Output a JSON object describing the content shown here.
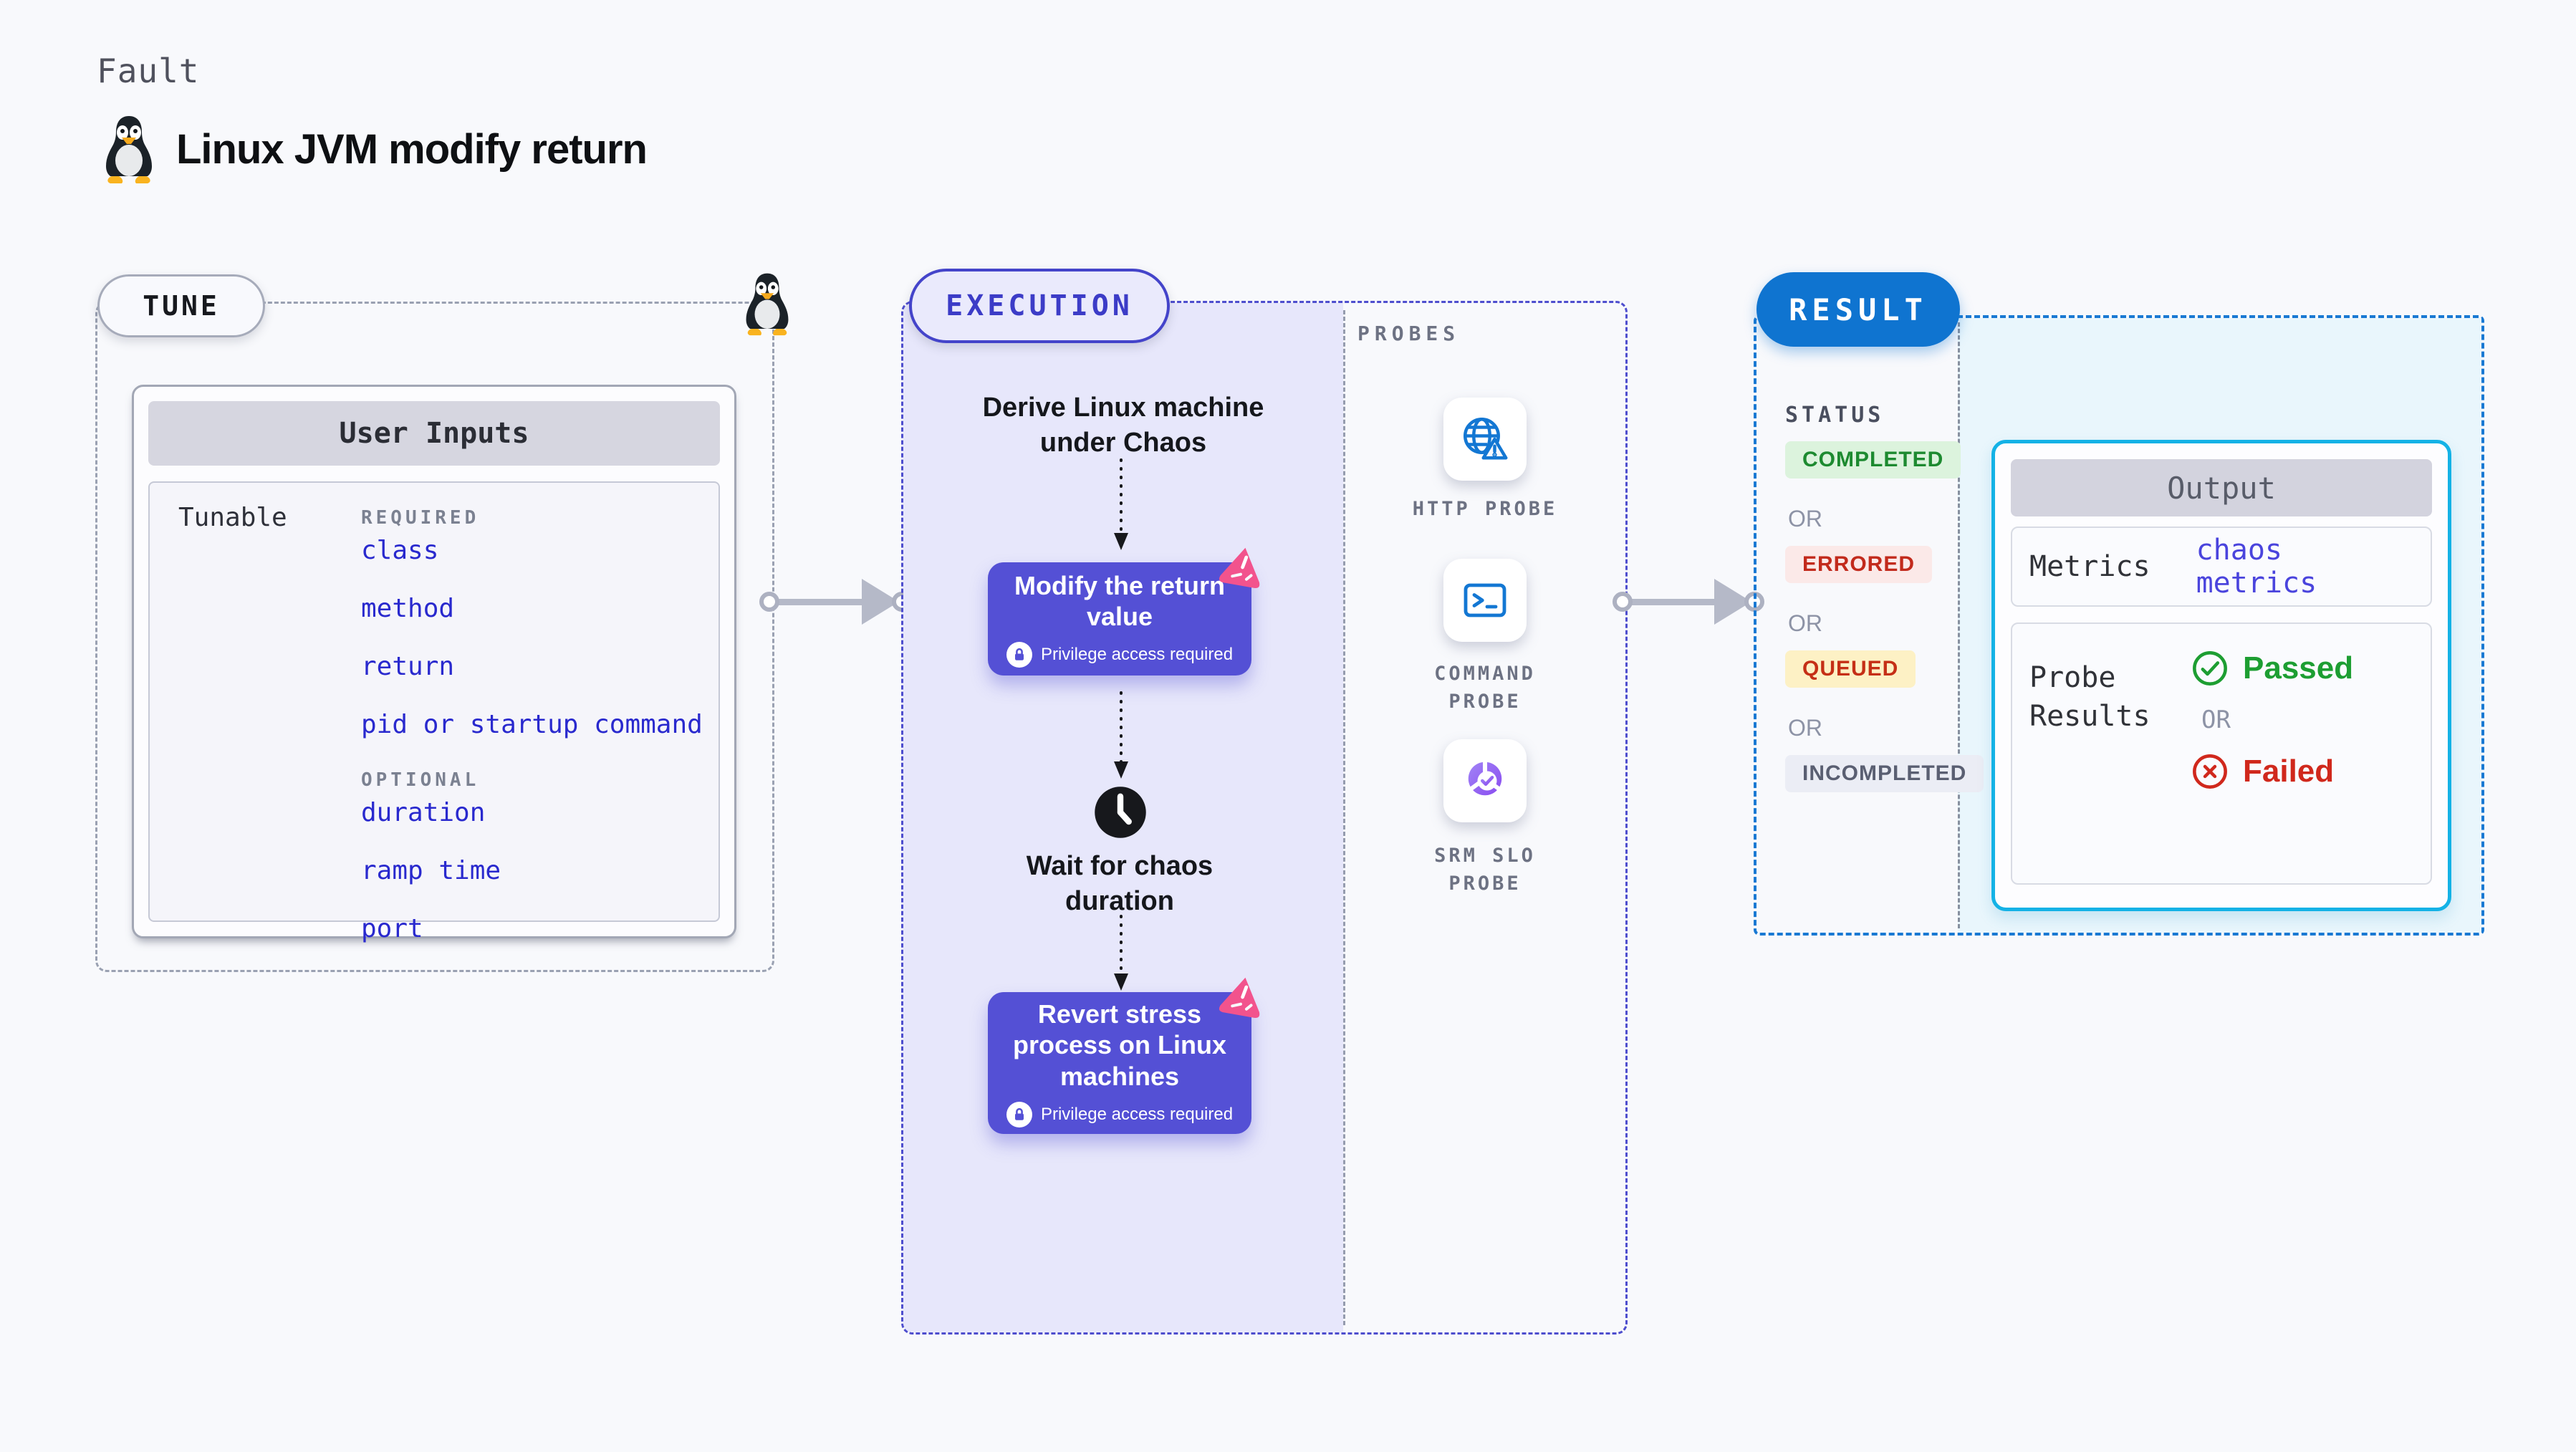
{
  "header": {
    "kicker": "Fault",
    "title": "Linux JVM modify return"
  },
  "tune": {
    "label": "TUNE",
    "card_title": "User Inputs",
    "row_label": "Tunable",
    "required_label": "REQUIRED",
    "required_items": [
      "class",
      "method",
      "return",
      "pid or startup command"
    ],
    "optional_label": "OPTIONAL",
    "optional_items": [
      "duration",
      "ramp time",
      "port"
    ]
  },
  "execution": {
    "label": "EXECUTION",
    "derive_text": "Derive Linux machine under Chaos",
    "modify_title": "Modify the return value",
    "wait_text": "Wait for chaos duration",
    "revert_title": "Revert stress process on Linux machines",
    "privilege_badge": "Privilege access required",
    "probes": {
      "label": "PROBES",
      "items": [
        {
          "name": "HTTP PROBE",
          "icon": "globe-alert-icon"
        },
        {
          "name": "COMMAND PROBE",
          "icon": "terminal-icon"
        },
        {
          "name": "SRM SLO PROBE",
          "icon": "slo-donut-icon"
        }
      ]
    }
  },
  "result": {
    "label": "RESULT",
    "status_label": "STATUS",
    "or_label": "OR",
    "statuses": [
      {
        "text": "COMPLETED",
        "bg": "#dcf3dd",
        "color": "#1d8a30"
      },
      {
        "text": "ERRORED",
        "bg": "#fbe9e8",
        "color": "#c22a1c"
      },
      {
        "text": "QUEUED",
        "bg": "#fdf1c5",
        "color": "#c52f16"
      },
      {
        "text": "INCOMPLETED",
        "bg": "#ebedf5",
        "color": "#5a5f72"
      }
    ],
    "output": {
      "title": "Output",
      "metrics_label": "Metrics",
      "metrics_value": "chaos metrics",
      "probe_results_label": "Probe Results",
      "passed_label": "Passed",
      "or_label": "OR",
      "failed_label": "Failed"
    }
  },
  "colors": {
    "page_bg": "#f8f9fc",
    "accent_indigo": "#4e4ece",
    "execution_fill": "#e7e7fb",
    "chaos_purple": "#5450d5",
    "chaos_pink": "#f2538d",
    "probe_blue": "#1377d3",
    "result_blue": "#0f74d0",
    "output_cyan": "#14b2e6",
    "result_fill": "#e9f6fc",
    "passed_green": "#1d9e32",
    "failed_red": "#d0281c"
  }
}
